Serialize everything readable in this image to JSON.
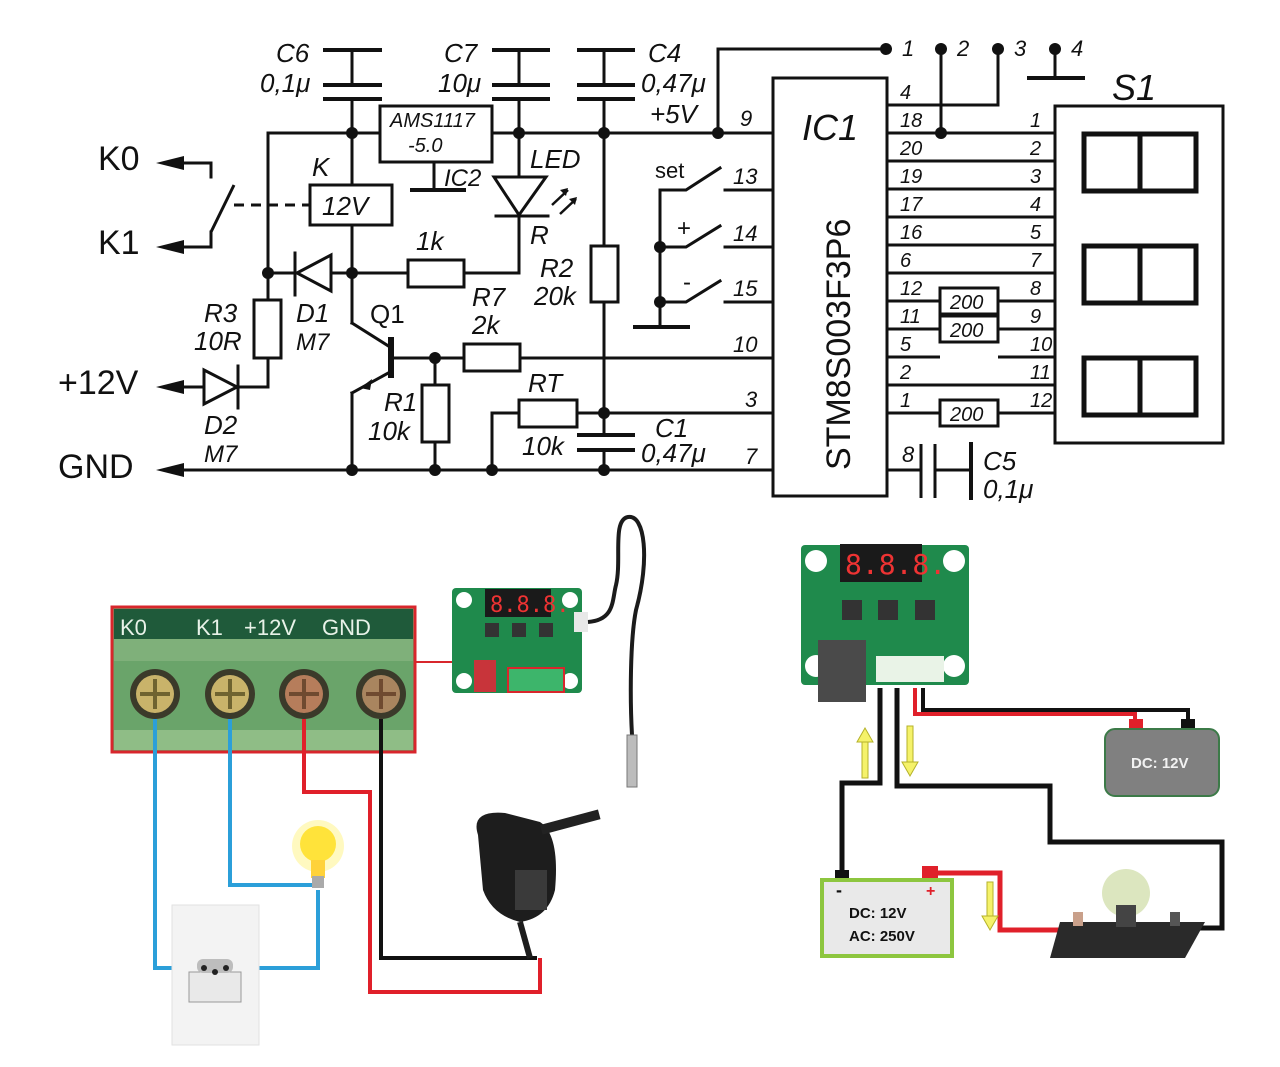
{
  "schematic": {
    "terminals": {
      "k0": "K0",
      "k1": "K1",
      "p12v": "+12V",
      "gnd": "GND"
    },
    "capacitors": {
      "c6": {
        "name": "C6",
        "value": "0,1μ"
      },
      "c7": {
        "name": "C7",
        "value": "10μ"
      },
      "c4": {
        "name": "C4",
        "value": "0,47μ"
      },
      "c1": {
        "name": "C1",
        "value": "0,47μ"
      },
      "c5": {
        "name": "C5",
        "value": "0,1μ"
      }
    },
    "regulator": {
      "line1": "AMS1117",
      "line2": "-5.0",
      "ref": "IC2"
    },
    "relay": {
      "ref": "K",
      "value": "12V"
    },
    "led": {
      "name": "LED",
      "color": "R"
    },
    "resistors": {
      "r_1k": "1k",
      "r2": {
        "name": "R2",
        "value": "20k"
      },
      "r7": {
        "name": "R7",
        "value": "2k"
      },
      "r3": {
        "name": "R3",
        "value": "10R"
      },
      "r1": {
        "name": "R1",
        "value": "10k"
      },
      "rt": {
        "name": "RT",
        "value": "10k"
      },
      "seg_a": "200",
      "seg_b": "200",
      "seg_c": "200"
    },
    "diodes": {
      "d1": {
        "name": "D1",
        "value": "M7"
      },
      "d2": {
        "name": "D2",
        "value": "M7"
      }
    },
    "transistor": "Q1",
    "supply_label": "+5V",
    "buttons": {
      "set": "set",
      "plus": "+",
      "minus": "-"
    },
    "ic1": {
      "ref": "IC1",
      "part": "STM8S003F3P6"
    },
    "ic1_left_pins": {
      "vdd": "9",
      "set": "13",
      "plus": "14",
      "minus": "15",
      "relay": "10",
      "sensor": "3",
      "gnd": "7"
    },
    "ic1_right_pins": [
      "4",
      "18",
      "20",
      "19",
      "17",
      "16",
      "6",
      "12",
      "11",
      "5",
      "2",
      "1"
    ],
    "ic1_cap_pin": "8",
    "display": {
      "ref": "S1",
      "pins": [
        "1",
        "2",
        "3",
        "4",
        "5",
        "7",
        "8",
        "9",
        "10",
        "11",
        "12"
      ]
    },
    "programming_header": [
      "1",
      "2",
      "3",
      "4"
    ]
  },
  "wiring_left": {
    "terminal_labels": [
      "K0",
      "K1",
      "+12V",
      "GND"
    ],
    "display_value": "8.8.8.",
    "wire_colors": {
      "load": "#2b9fd9",
      "positive": "#e0202a",
      "negative": "#111111"
    }
  },
  "wiring_right": {
    "display_value": "8.8.8.",
    "supply_box": "DC: 12V",
    "load_box": {
      "line1": "DC: 12V",
      "line2": "AC: 250V"
    },
    "minus_sign": "-",
    "plus_sign": "+",
    "colors": {
      "supply_fill": "#808080",
      "supply_border": "#3c7a48",
      "load_border": "#8dc63f",
      "load_fill": "#e9e9e9",
      "arrow": "#f5f26a"
    }
  }
}
